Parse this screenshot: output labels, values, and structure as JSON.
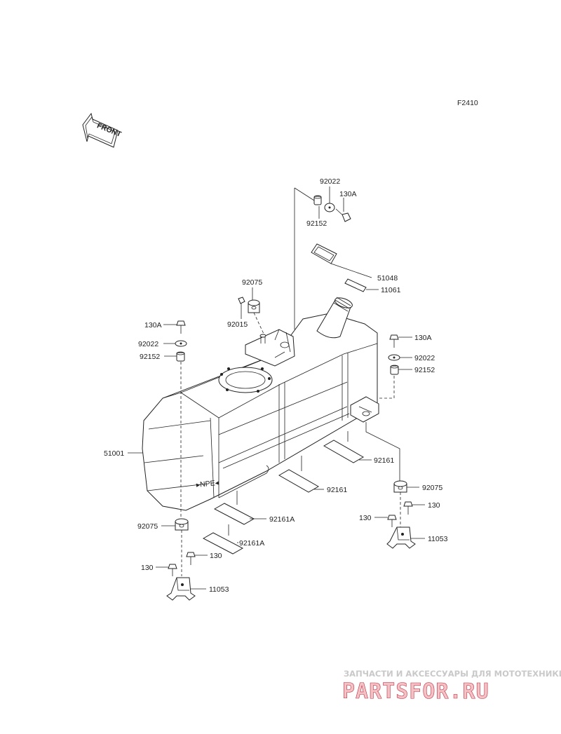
{
  "diagram_code": "F2410",
  "front_label": "FRONT",
  "parts": {
    "p92022_top": "92022",
    "p130A_top": "130A",
    "p92152_top": "92152",
    "p51048": "51048",
    "p11061": "11061",
    "p92075_left": "92075",
    "p92015": "92015",
    "p130A_left": "130A",
    "p92022_left": "92022",
    "p92152_left": "92152",
    "p130A_right": "130A",
    "p92022_right": "92022",
    "p92152_right": "92152",
    "p51001": "51001",
    "p92161_right": "92161",
    "p92161_mid": "92161",
    "p92075_right": "92075",
    "p130_right_a": "130",
    "p130_right_b": "130",
    "p11053_right": "11053",
    "p92161A_a": "92161A",
    "p92161A_b": "92161A",
    "p92075_bottom": "92075",
    "p130_bottom_a": "130",
    "p130_bottom_b": "130",
    "p11053_bottom": "11053"
  },
  "tank_marking": "▸NPE◂",
  "watermark": {
    "tagline": "ЗАПЧАСТИ И АКСЕССУАРЫ ДЛЯ МОТОТЕХНИКИ",
    "brand": "PARTSFOR.RU"
  }
}
